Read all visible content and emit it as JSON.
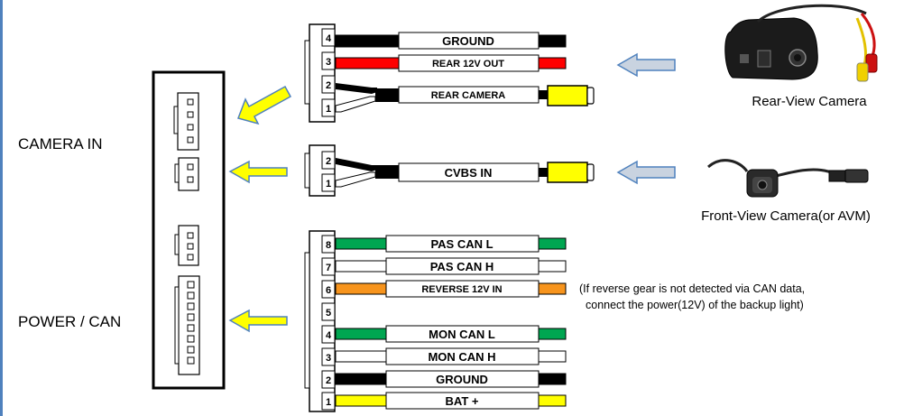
{
  "side_labels": {
    "camera_in": "CAMERA IN",
    "power_can": "POWER / CAN"
  },
  "group_rear": {
    "pins": [
      "4",
      "3",
      "2",
      "1"
    ],
    "wires": {
      "ground": "GROUND",
      "rear_12v_out": "REAR 12V OUT",
      "rear_camera": "REAR CAMERA"
    }
  },
  "group_cvbs": {
    "pins": [
      "2",
      "1"
    ],
    "wire": "CVBS IN"
  },
  "group_power": {
    "pins": [
      "8",
      "7",
      "6",
      "5",
      "4",
      "3",
      "2",
      "1"
    ],
    "wires": {
      "pas_can_l": "PAS CAN L",
      "pas_can_h": "PAS CAN H",
      "reverse_12v_in": "REVERSE 12V IN",
      "mon_can_l": "MON CAN L",
      "mon_can_h": "MON CAN H",
      "ground": "GROUND",
      "bat_plus": "BAT +"
    }
  },
  "cameras": {
    "rear": "Rear-View Camera",
    "front": "Front-View Camera(or AVM)"
  },
  "note": {
    "line1": "(If reverse gear is not detected via CAN data,",
    "line2": "connect the power(12V) of the backup light)"
  },
  "colors": {
    "black": "#000000",
    "red": "#ff0000",
    "green": "#00a651",
    "orange": "#f7941d",
    "yellow": "#ffff00",
    "white": "#ffffff",
    "arrow_yellow": "#ffff00",
    "arrow_gray": "#c9d3e0",
    "frame_blue": "#4f81bd"
  }
}
